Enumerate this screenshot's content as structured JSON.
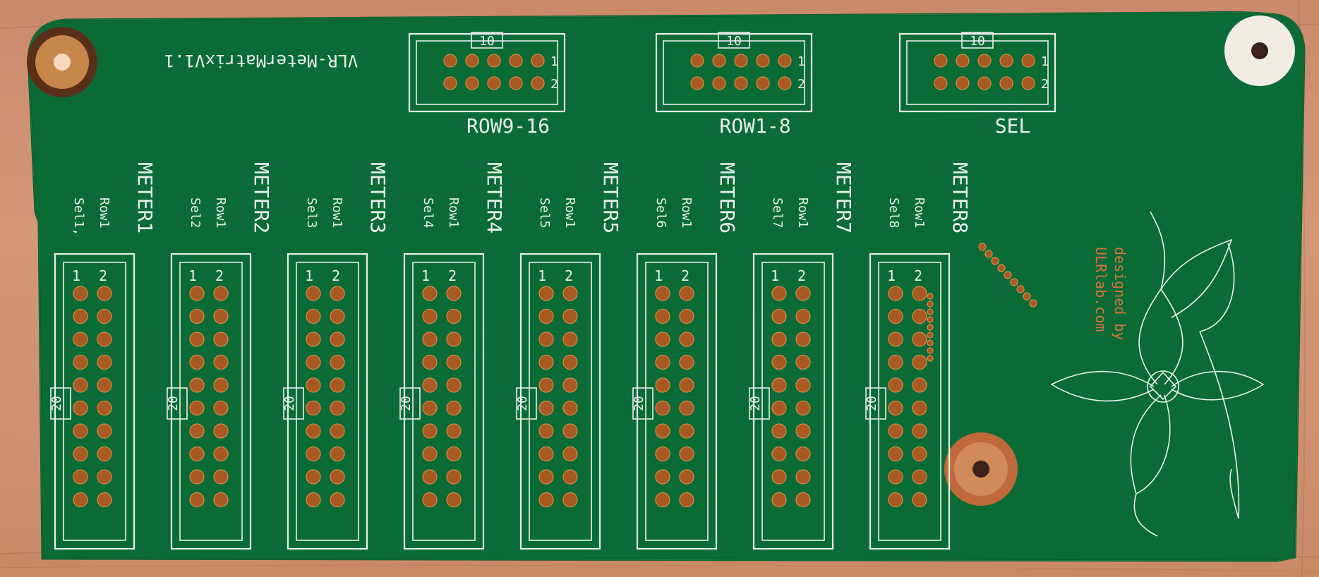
{
  "board": {
    "title": "VLR-MeterMatrixV1.1",
    "credit_line1": "designed by",
    "credit_line2": "ULRlab.com",
    "colors": {
      "solder_mask": "#0b6b36",
      "copper": "#c8874a",
      "silkscreen": "#e9efe9",
      "wood": "#cf9070"
    }
  },
  "top_connectors": [
    {
      "label": "ROW9-16",
      "pin_count": "10",
      "pin_a": "1",
      "pin_b": "2"
    },
    {
      "label": "ROW1-8",
      "pin_count": "10",
      "pin_a": "1",
      "pin_b": "2"
    },
    {
      "label": "SEL",
      "pin_count": "10",
      "pin_a": "1",
      "pin_b": "2"
    }
  ],
  "meters": [
    {
      "name": "METER1",
      "sel": "Sel1,",
      "row": "Row1",
      "pin_count": "20",
      "pin_a": "1",
      "pin_b": "2"
    },
    {
      "name": "METER2",
      "sel": "Sel2",
      "row": "Row1",
      "pin_count": "20",
      "pin_a": "1",
      "pin_b": "2"
    },
    {
      "name": "METER3",
      "sel": "Sel3",
      "row": "Row1",
      "pin_count": "20",
      "pin_a": "1",
      "pin_b": "2"
    },
    {
      "name": "METER4",
      "sel": "Sel4",
      "row": "Row1",
      "pin_count": "20",
      "pin_a": "1",
      "pin_b": "2"
    },
    {
      "name": "METER5",
      "sel": "Sel5",
      "row": "Row1",
      "pin_count": "20",
      "pin_a": "1",
      "pin_b": "2"
    },
    {
      "name": "METER6",
      "sel": "Sel6",
      "row": "Row1",
      "pin_count": "20",
      "pin_a": "1",
      "pin_b": "2"
    },
    {
      "name": "METER7",
      "sel": "Sel7",
      "row": "Row1",
      "pin_count": "20",
      "pin_a": "1",
      "pin_b": "2"
    },
    {
      "name": "METER8",
      "sel": "Sel8",
      "row": "Row1",
      "pin_count": "20",
      "pin_a": "1",
      "pin_b": "2"
    }
  ]
}
